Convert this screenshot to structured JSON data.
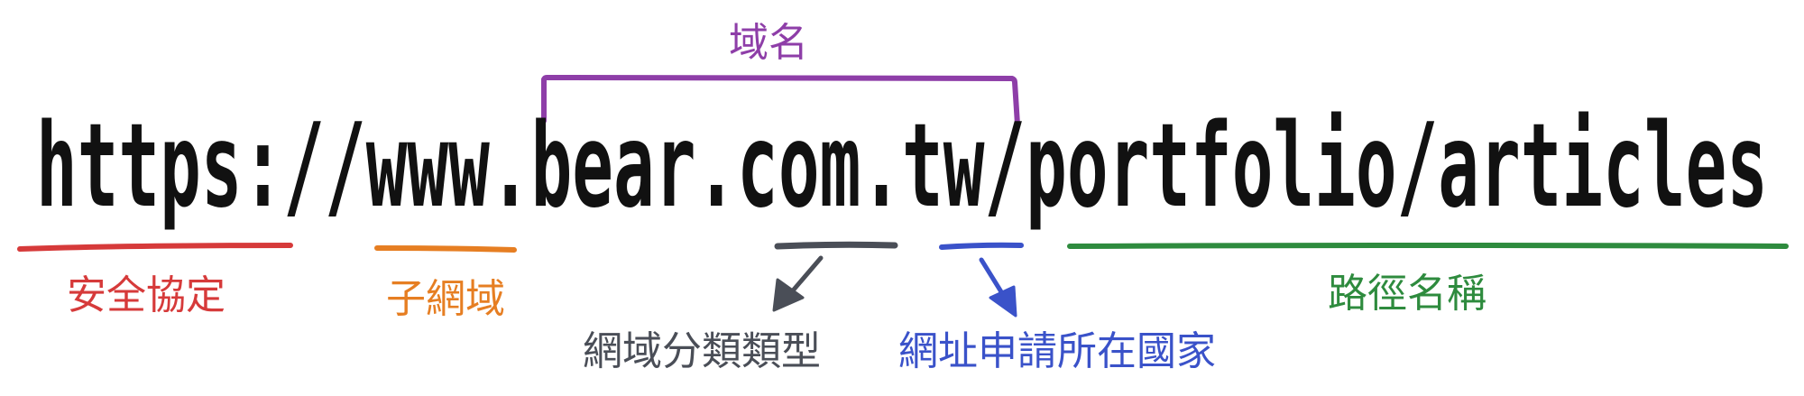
{
  "url": {
    "full": "https://www.bear.com.tw/portfolio/articles"
  },
  "labels": {
    "domain": "域名",
    "protocol": "安全協定",
    "subdomain": "子網域",
    "tld": "網域分類類型",
    "country": "網址申請所在國家",
    "path": "路徑名稱"
  },
  "colors": {
    "domain": "#8e3ea8",
    "protocol": "#d63a3a",
    "subdomain": "#e67e22",
    "tld": "#4a4e57",
    "country": "#3a52c9",
    "path": "#2e8b3e",
    "text": "#111111"
  }
}
